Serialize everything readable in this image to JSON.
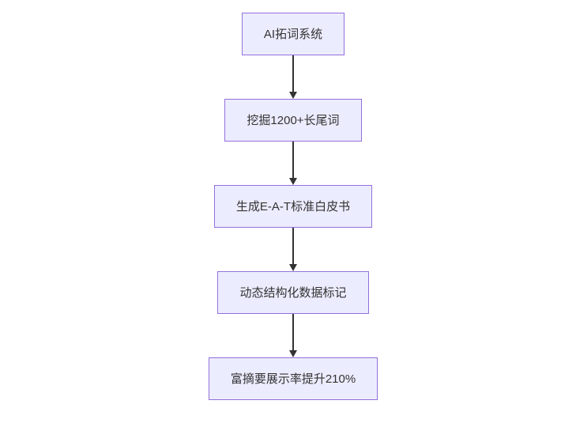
{
  "diagram": {
    "type": "flowchart",
    "direction": "top-down",
    "colors": {
      "node_fill": "#ECECFF",
      "node_border": "#9370DB",
      "arrow": "#333333",
      "background": "#ffffff",
      "text": "#333333"
    },
    "nodes": [
      {
        "id": "step-1",
        "label": "AI拓词系统"
      },
      {
        "id": "step-2",
        "label": "挖掘1200+长尾词"
      },
      {
        "id": "step-3",
        "label": "生成E-A-T标准白皮书"
      },
      {
        "id": "step-4",
        "label": "动态结构化数据标记"
      },
      {
        "id": "step-5",
        "label": "富摘要展示率提升210%"
      }
    ],
    "edges": [
      {
        "from": "step-1",
        "to": "step-2"
      },
      {
        "from": "step-2",
        "to": "step-3"
      },
      {
        "from": "step-3",
        "to": "step-4"
      },
      {
        "from": "step-4",
        "to": "step-5"
      }
    ]
  }
}
